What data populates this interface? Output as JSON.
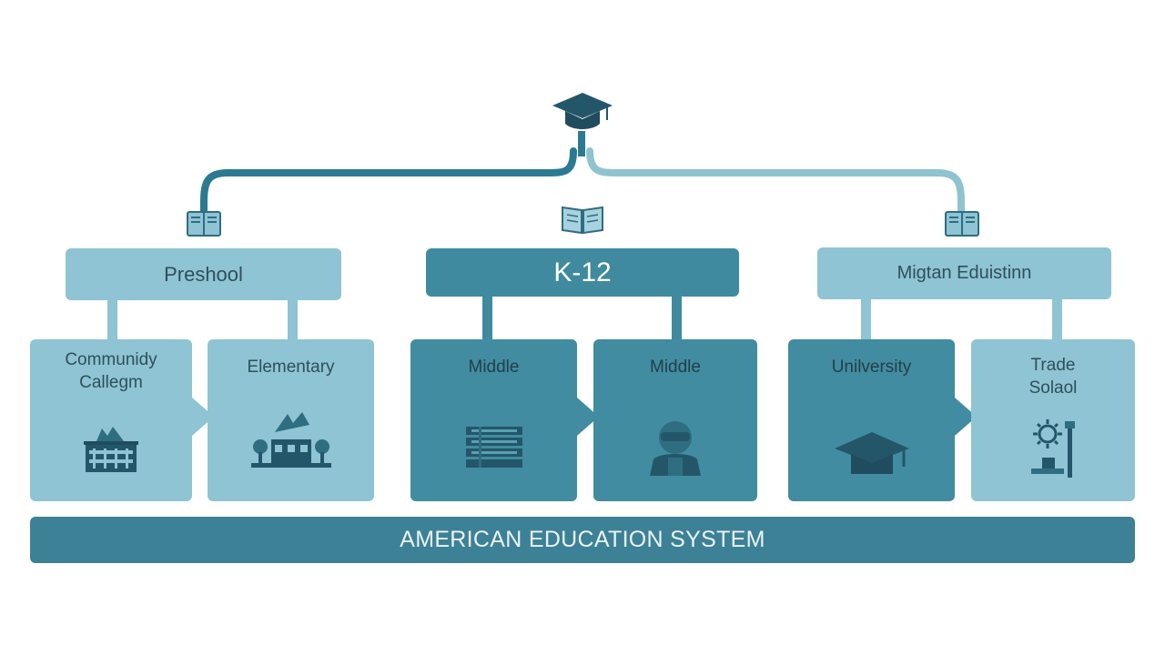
{
  "colors": {
    "light_box": "#8ec4d3",
    "dark_box": "#418ca0",
    "banner": "#3d8196",
    "connector_dark": "#2b7a92",
    "connector_light": "#8fc3d0",
    "icon_dark": "#24566a"
  },
  "top_icon": "graduation-cap-icon",
  "connector_icons": [
    "book-icon",
    "open-book-icon",
    "book-icon"
  ],
  "groups": [
    {
      "header": "Preshool",
      "cards": [
        {
          "title": "Communidy\nCallegm",
          "icon": "school-building-icon"
        },
        {
          "title": "Elementary",
          "icon": "campus-icon"
        }
      ]
    },
    {
      "header": "K-12",
      "cards": [
        {
          "title": "Middle",
          "icon": "books-stack-icon"
        },
        {
          "title": "Middle",
          "icon": "student-icon"
        }
      ]
    },
    {
      "header": "Migtan Eduistinn",
      "cards": [
        {
          "title": "Unilversity",
          "icon": "mortarboard-icon"
        },
        {
          "title": "Trade\nSolaol",
          "icon": "tools-icon"
        }
      ]
    }
  ],
  "banner": "AMERICAN EDUCATION SYSTEM"
}
